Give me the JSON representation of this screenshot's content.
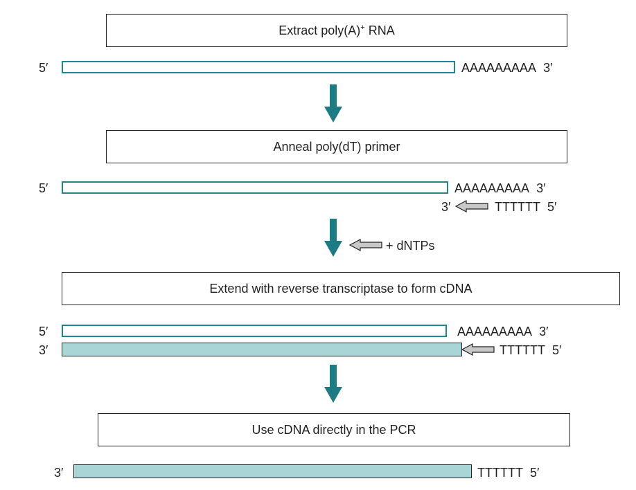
{
  "steps": {
    "step1": {
      "label_pre": "Extract poly(A)",
      "label_sup": "+",
      "label_post": " RNA"
    },
    "step2": {
      "label": "Anneal poly(dT) primer"
    },
    "step3": {
      "label": "Extend with reverse transcriptase to form cDNA"
    },
    "step4": {
      "label": "Use cDNA directly in the PCR"
    }
  },
  "strands": {
    "five_prime": "5′",
    "three_prime": "3′",
    "poly_a": "AAAAAAAAA",
    "poly_t": "TTTTTT",
    "dntps": "+ dNTPs"
  },
  "colors": {
    "arrow": "#1c7b83",
    "rna_outline": "#1e868f",
    "cdna_fill": "#a8d5d6",
    "primer_arrow_fill": "#c8c8c8"
  },
  "icons": {
    "flow_arrow": "down-arrow-icon",
    "primer_arrow": "left-arrow-icon"
  }
}
